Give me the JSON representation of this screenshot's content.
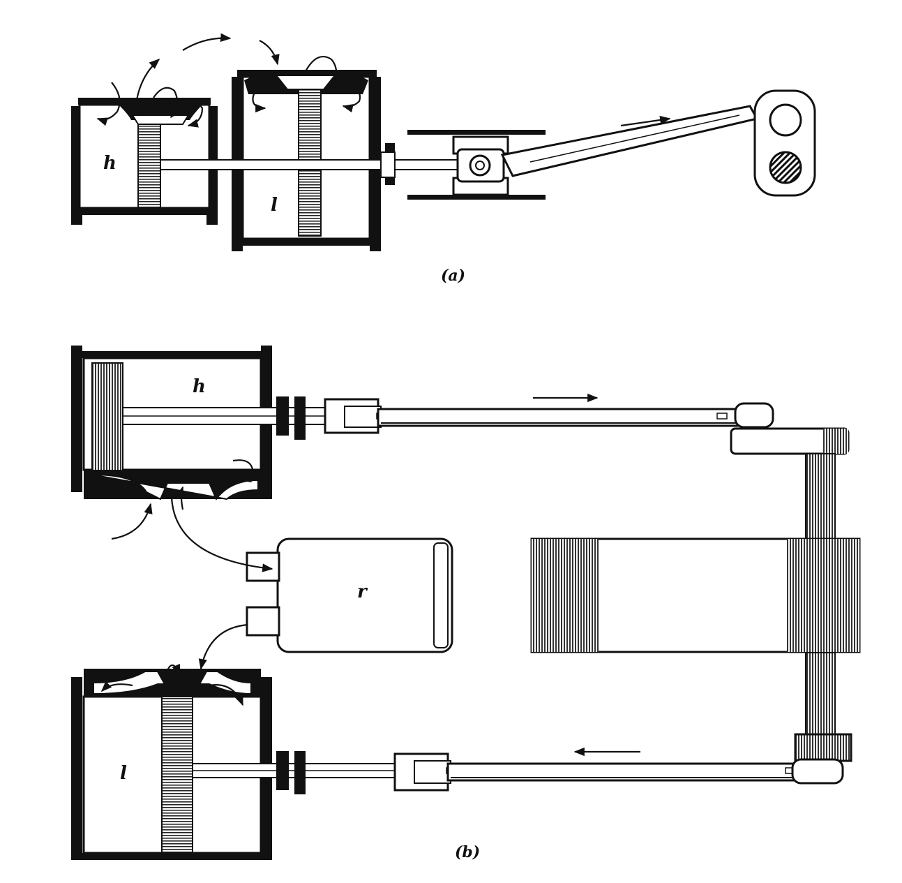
{
  "figure_a": {
    "caption": "(a)",
    "label_high": "h",
    "label_low": "l"
  },
  "figure_b": {
    "caption": "(b)",
    "label_high": "h",
    "label_low": "l",
    "label_receiver": "r"
  },
  "colors": {
    "ink": "#111111",
    "paper": "#ffffff"
  }
}
